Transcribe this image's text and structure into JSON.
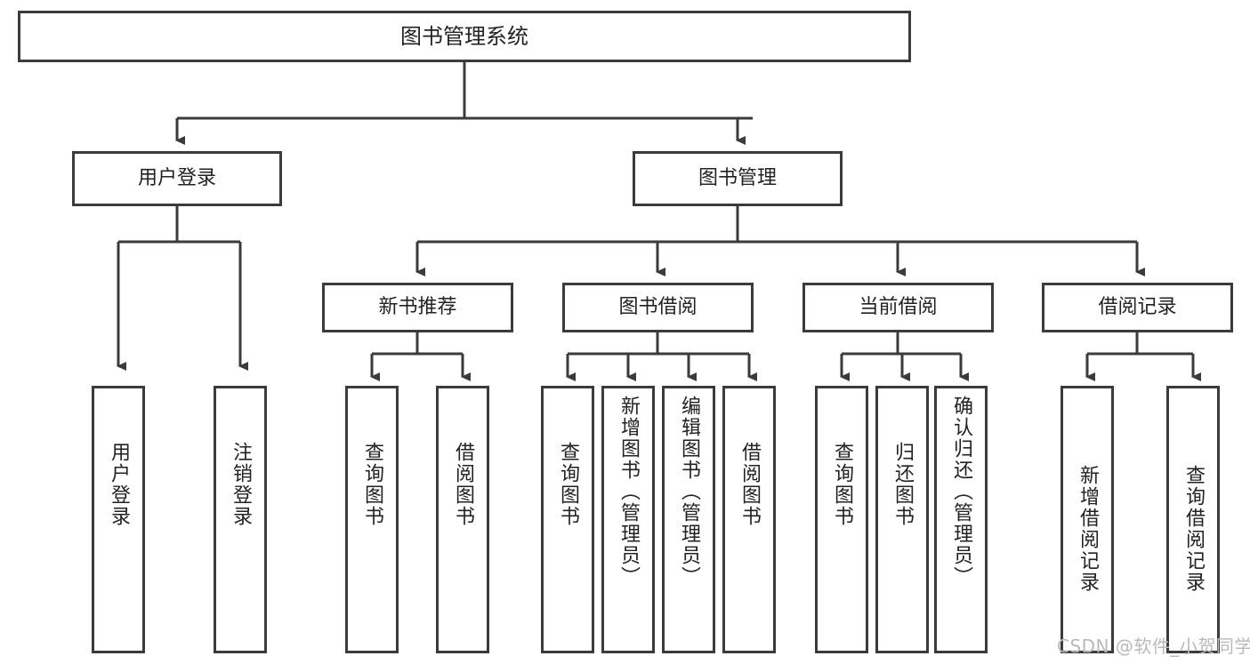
{
  "diagram": {
    "title": "图书管理系统",
    "type": "tree-hierarchy",
    "root": {
      "label": "图书管理系统"
    },
    "level2": [
      {
        "label": "用户登录"
      },
      {
        "label": "图书管理"
      }
    ],
    "level3": [
      {
        "label": "新书推荐"
      },
      {
        "label": "图书借阅"
      },
      {
        "label": "当前借阅"
      },
      {
        "label": "借阅记录"
      }
    ],
    "leaves": {
      "user_login": [
        {
          "label": "用户登录"
        },
        {
          "label": "注销登录"
        }
      ],
      "new_book_recommend": [
        {
          "label": "查询图书"
        },
        {
          "label": "借阅图书"
        }
      ],
      "book_borrow": [
        {
          "label": "查询图书"
        },
        {
          "label": "新增图书（管理员）"
        },
        {
          "label": "编辑图书（管理员）"
        },
        {
          "label": "借阅图书"
        }
      ],
      "current_borrow": [
        {
          "label": "查询图书"
        },
        {
          "label": "归还图书"
        },
        {
          "label": "确认归还（管理员）"
        }
      ],
      "borrow_record": [
        {
          "label": "新增借阅记录"
        },
        {
          "label": "查询借阅记录"
        }
      ]
    }
  },
  "watermark": {
    "text": "CSDN @软件_小贺同学"
  },
  "colors": {
    "box_border": "#3b3b3b",
    "box_fill": "#ffffff",
    "text": "#222222",
    "watermark": "#b9b9b9",
    "connector": "#3b3b3b"
  }
}
